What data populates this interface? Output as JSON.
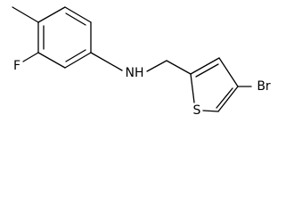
{
  "molecule": {
    "atoms": {
      "fluorine": "F",
      "amine": "NH",
      "sulfur": "S",
      "bromine": "Br"
    },
    "colors": {
      "bond": "#000000",
      "label": "#000000",
      "background": "#ffffff"
    }
  }
}
